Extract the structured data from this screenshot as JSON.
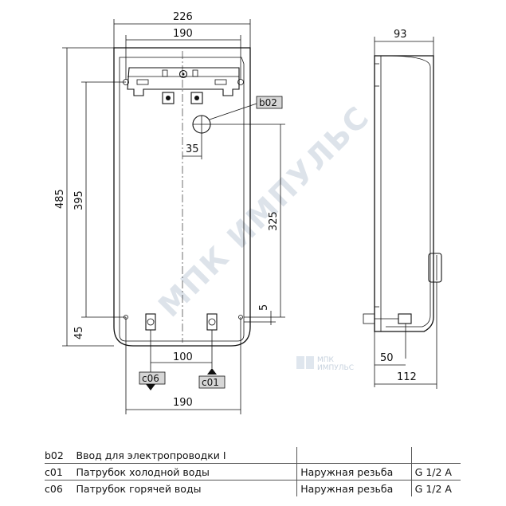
{
  "dimensions": {
    "width_total": "226",
    "width_bracket": "190",
    "height_total": "485",
    "height_mount": "395",
    "height_bottom": "45",
    "offset_b02": "35",
    "height_b02": "325",
    "gap_small": "5",
    "pipe_spacing": "100",
    "width_bottom": "190",
    "depth": "93",
    "depth_pipe": "50",
    "depth_total": "112"
  },
  "tags": {
    "b02": "b02",
    "c01": "c01",
    "c06": "c06"
  },
  "watermark": {
    "main": "МПК ИМПУЛЬС",
    "logo_top": "МПК",
    "logo_bottom": "ИМПУЛЬС"
  },
  "legend": [
    {
      "code": "b02",
      "description": "Ввод для электропроводки I",
      "type": "",
      "size": ""
    },
    {
      "code": "c01",
      "description": "Патрубок холодной воды",
      "type": "Наружная резьба",
      "size": "G 1/2 A"
    },
    {
      "code": "c06",
      "description": "Патрубок горячей воды",
      "type": "Наружная резьба",
      "size": "G 1/2 A"
    }
  ]
}
